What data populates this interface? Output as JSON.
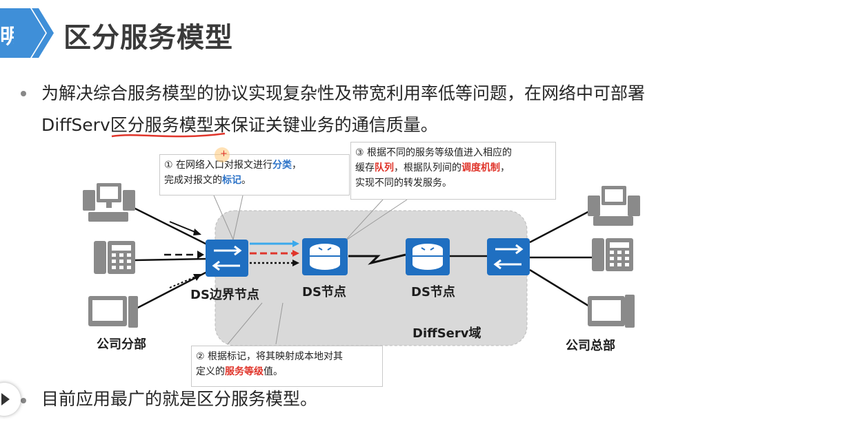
{
  "title": "区分服务模型",
  "tab_glyph": "明",
  "bullets": {
    "b1_line1": "为解决综合服务模型的协议实现复杂性及带宽利用率低等问题，在网络中可部署",
    "b1_line2_pre": "DiffServ",
    "b1_line2_hl": "区分服务模型",
    "b1_line2_post": "来保证关键业务的通信质量。",
    "b2": "目前应用最广的就是区分服务模型。"
  },
  "callouts": {
    "c1_num": "①",
    "c1_a": " 在网络入口对报文进行",
    "c1_b": "分类",
    "c1_c": "，",
    "c1_d": "完成对报文的",
    "c1_e": "标记",
    "c1_f": "。",
    "c2_num": "②",
    "c2_a": " 根据标记，将其映射成本地对其",
    "c2_b": "定义的",
    "c2_c": "服务等级",
    "c2_d": "值。",
    "c3_num": "③",
    "c3_a": " 根据不同的服务等级值进入相应的",
    "c3_b": "缓存",
    "c3_c": "队列",
    "c3_d": "，根据队列间的",
    "c3_e": "调度机制",
    "c3_f": "，",
    "c3_g": "实现不同的转发服务。"
  },
  "labels": {
    "ds_edge": "DS边界节点",
    "ds_node1": "DS节点",
    "ds_node2": "DS节点",
    "domain": "DiffServ域",
    "branch": "公司分部",
    "hq": "公司总部"
  },
  "colors": {
    "accent_blue": "#2e74c8",
    "accent_red": "#e0352b",
    "device_blue": "#1f6fc1",
    "domain_gray": "#d9d9d9"
  }
}
